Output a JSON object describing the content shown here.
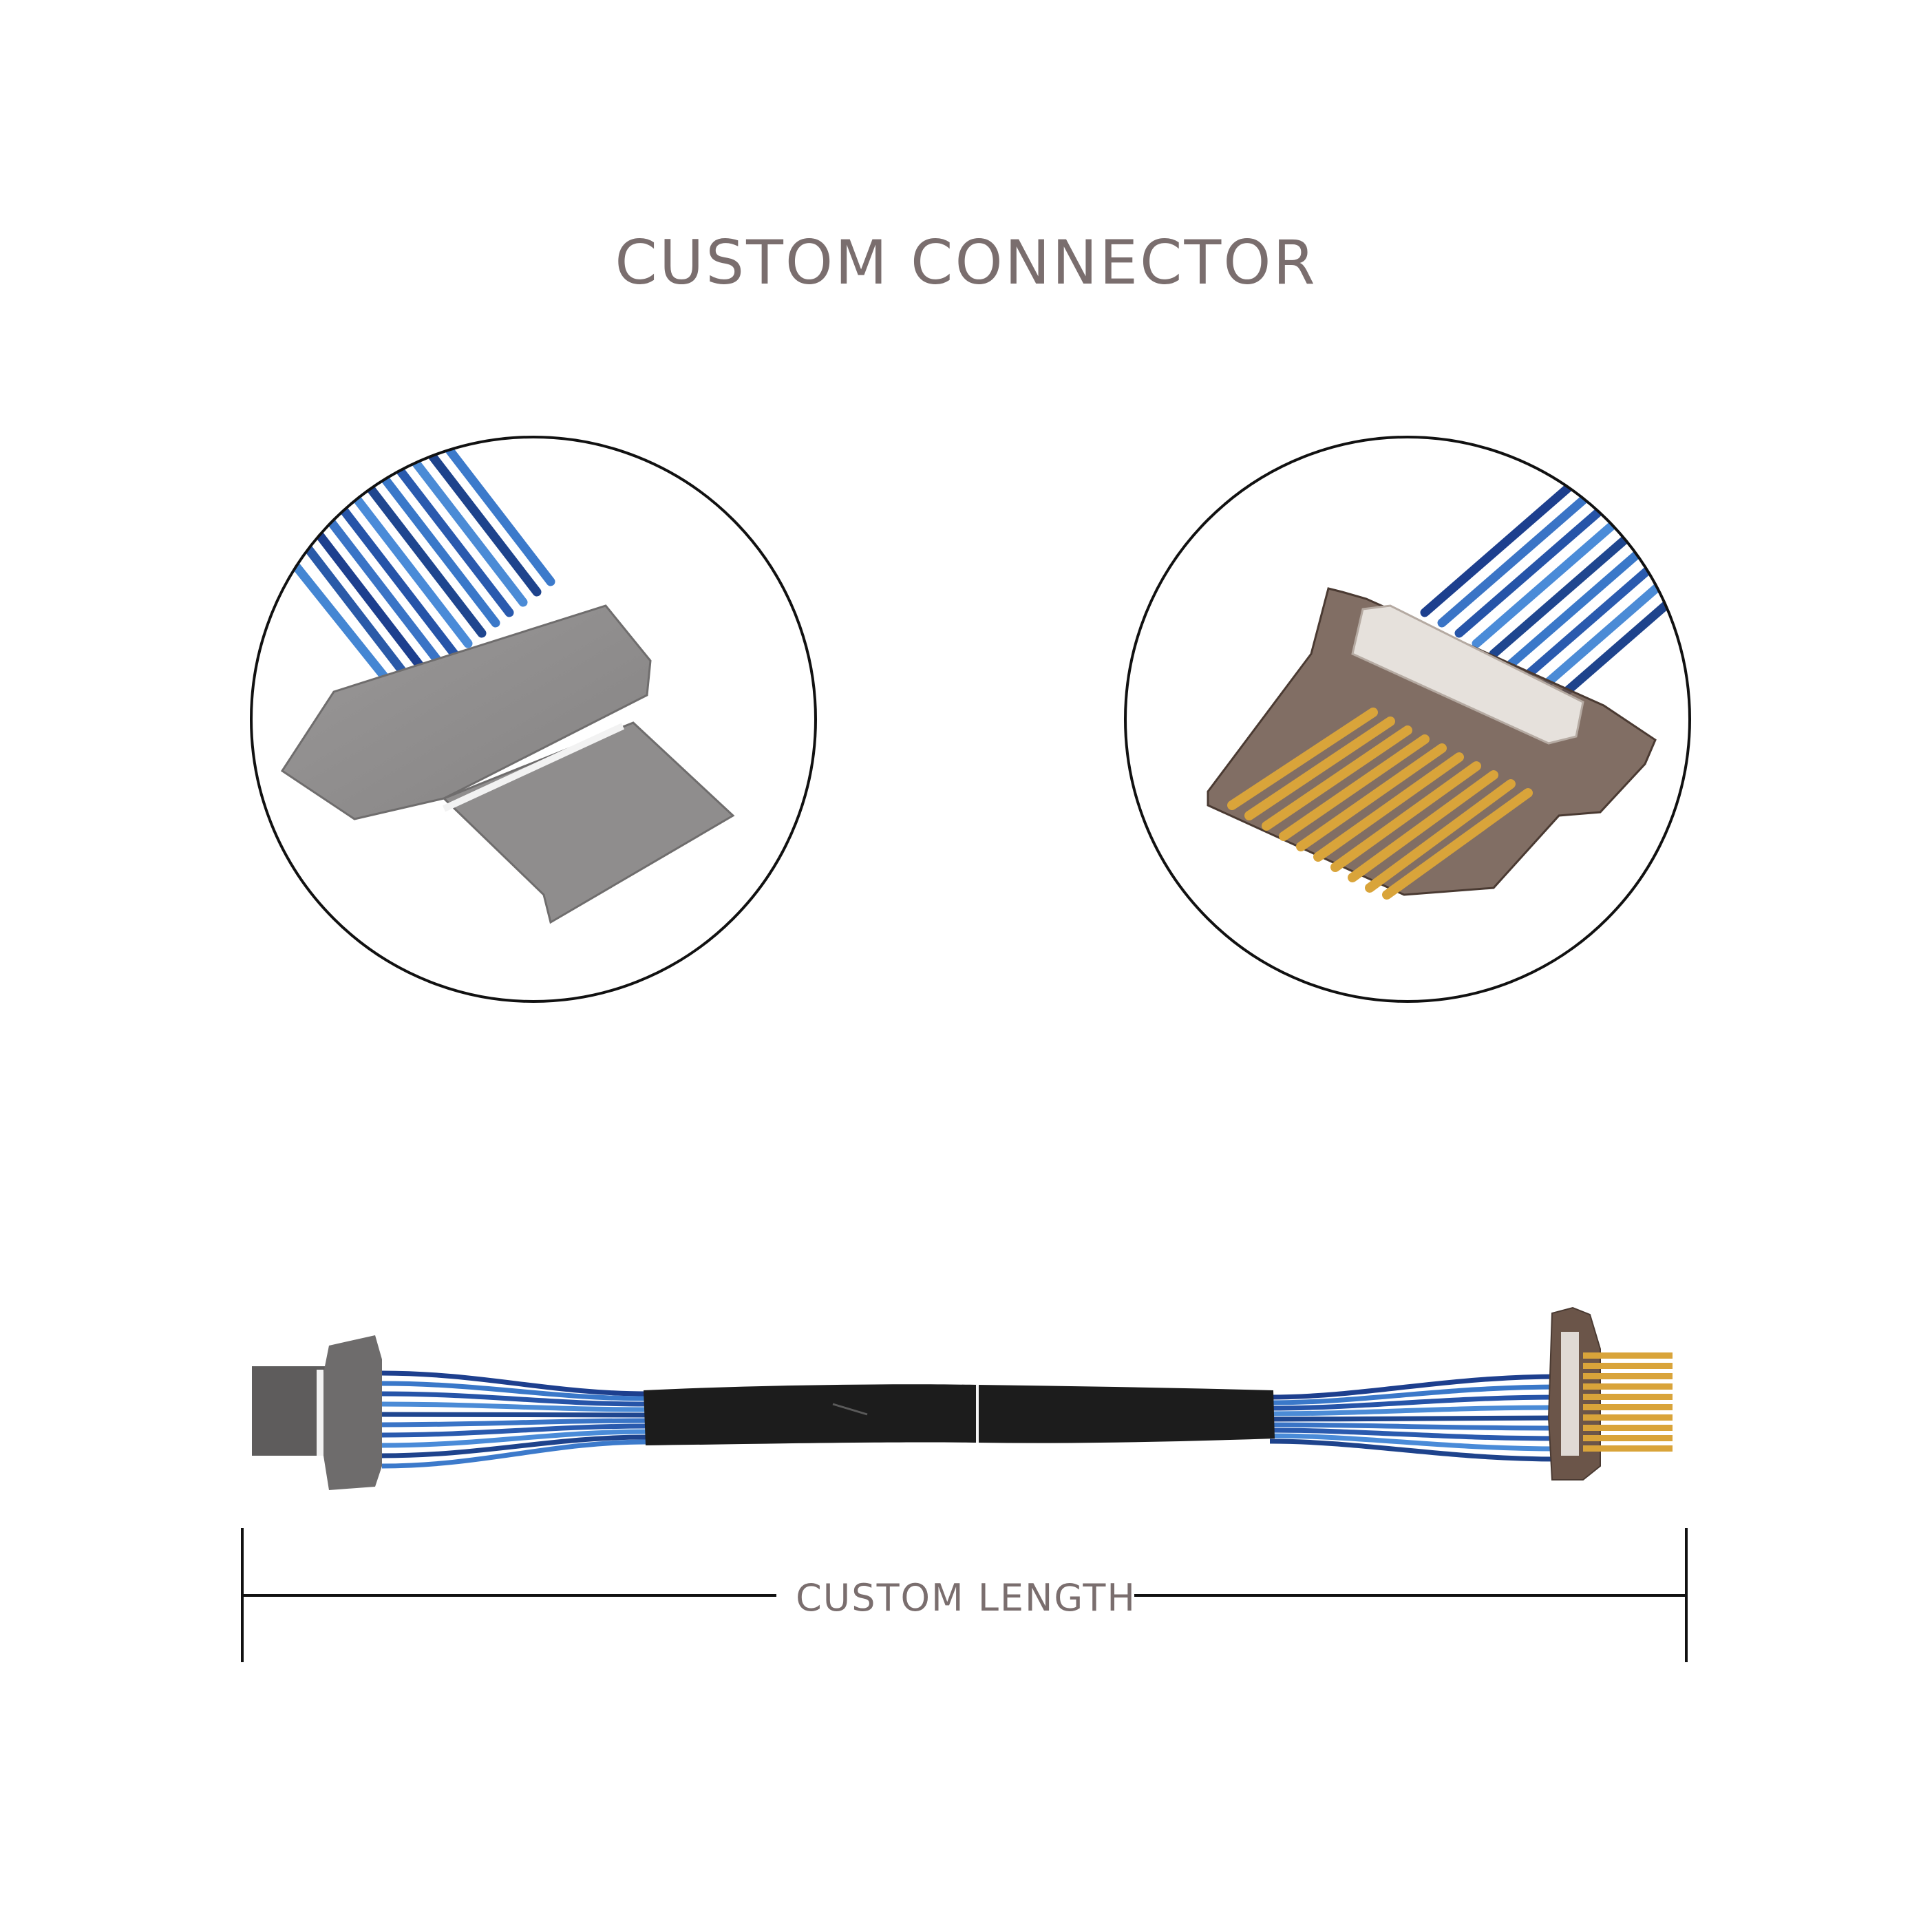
{
  "title": "CUSTOM CONNECTOR",
  "dimension_label": "CUSTOM LENGTH",
  "colors": {
    "text": "#7a6e6e",
    "wire_blue": "#2f5fae",
    "shield_gray": "#8c8a8a",
    "gold": "#d9a43a",
    "sleeve": "#1c1c1c"
  },
  "icons": [
    "shielded-connector-detail",
    "gold-finger-connector-detail",
    "cable-assembly"
  ]
}
